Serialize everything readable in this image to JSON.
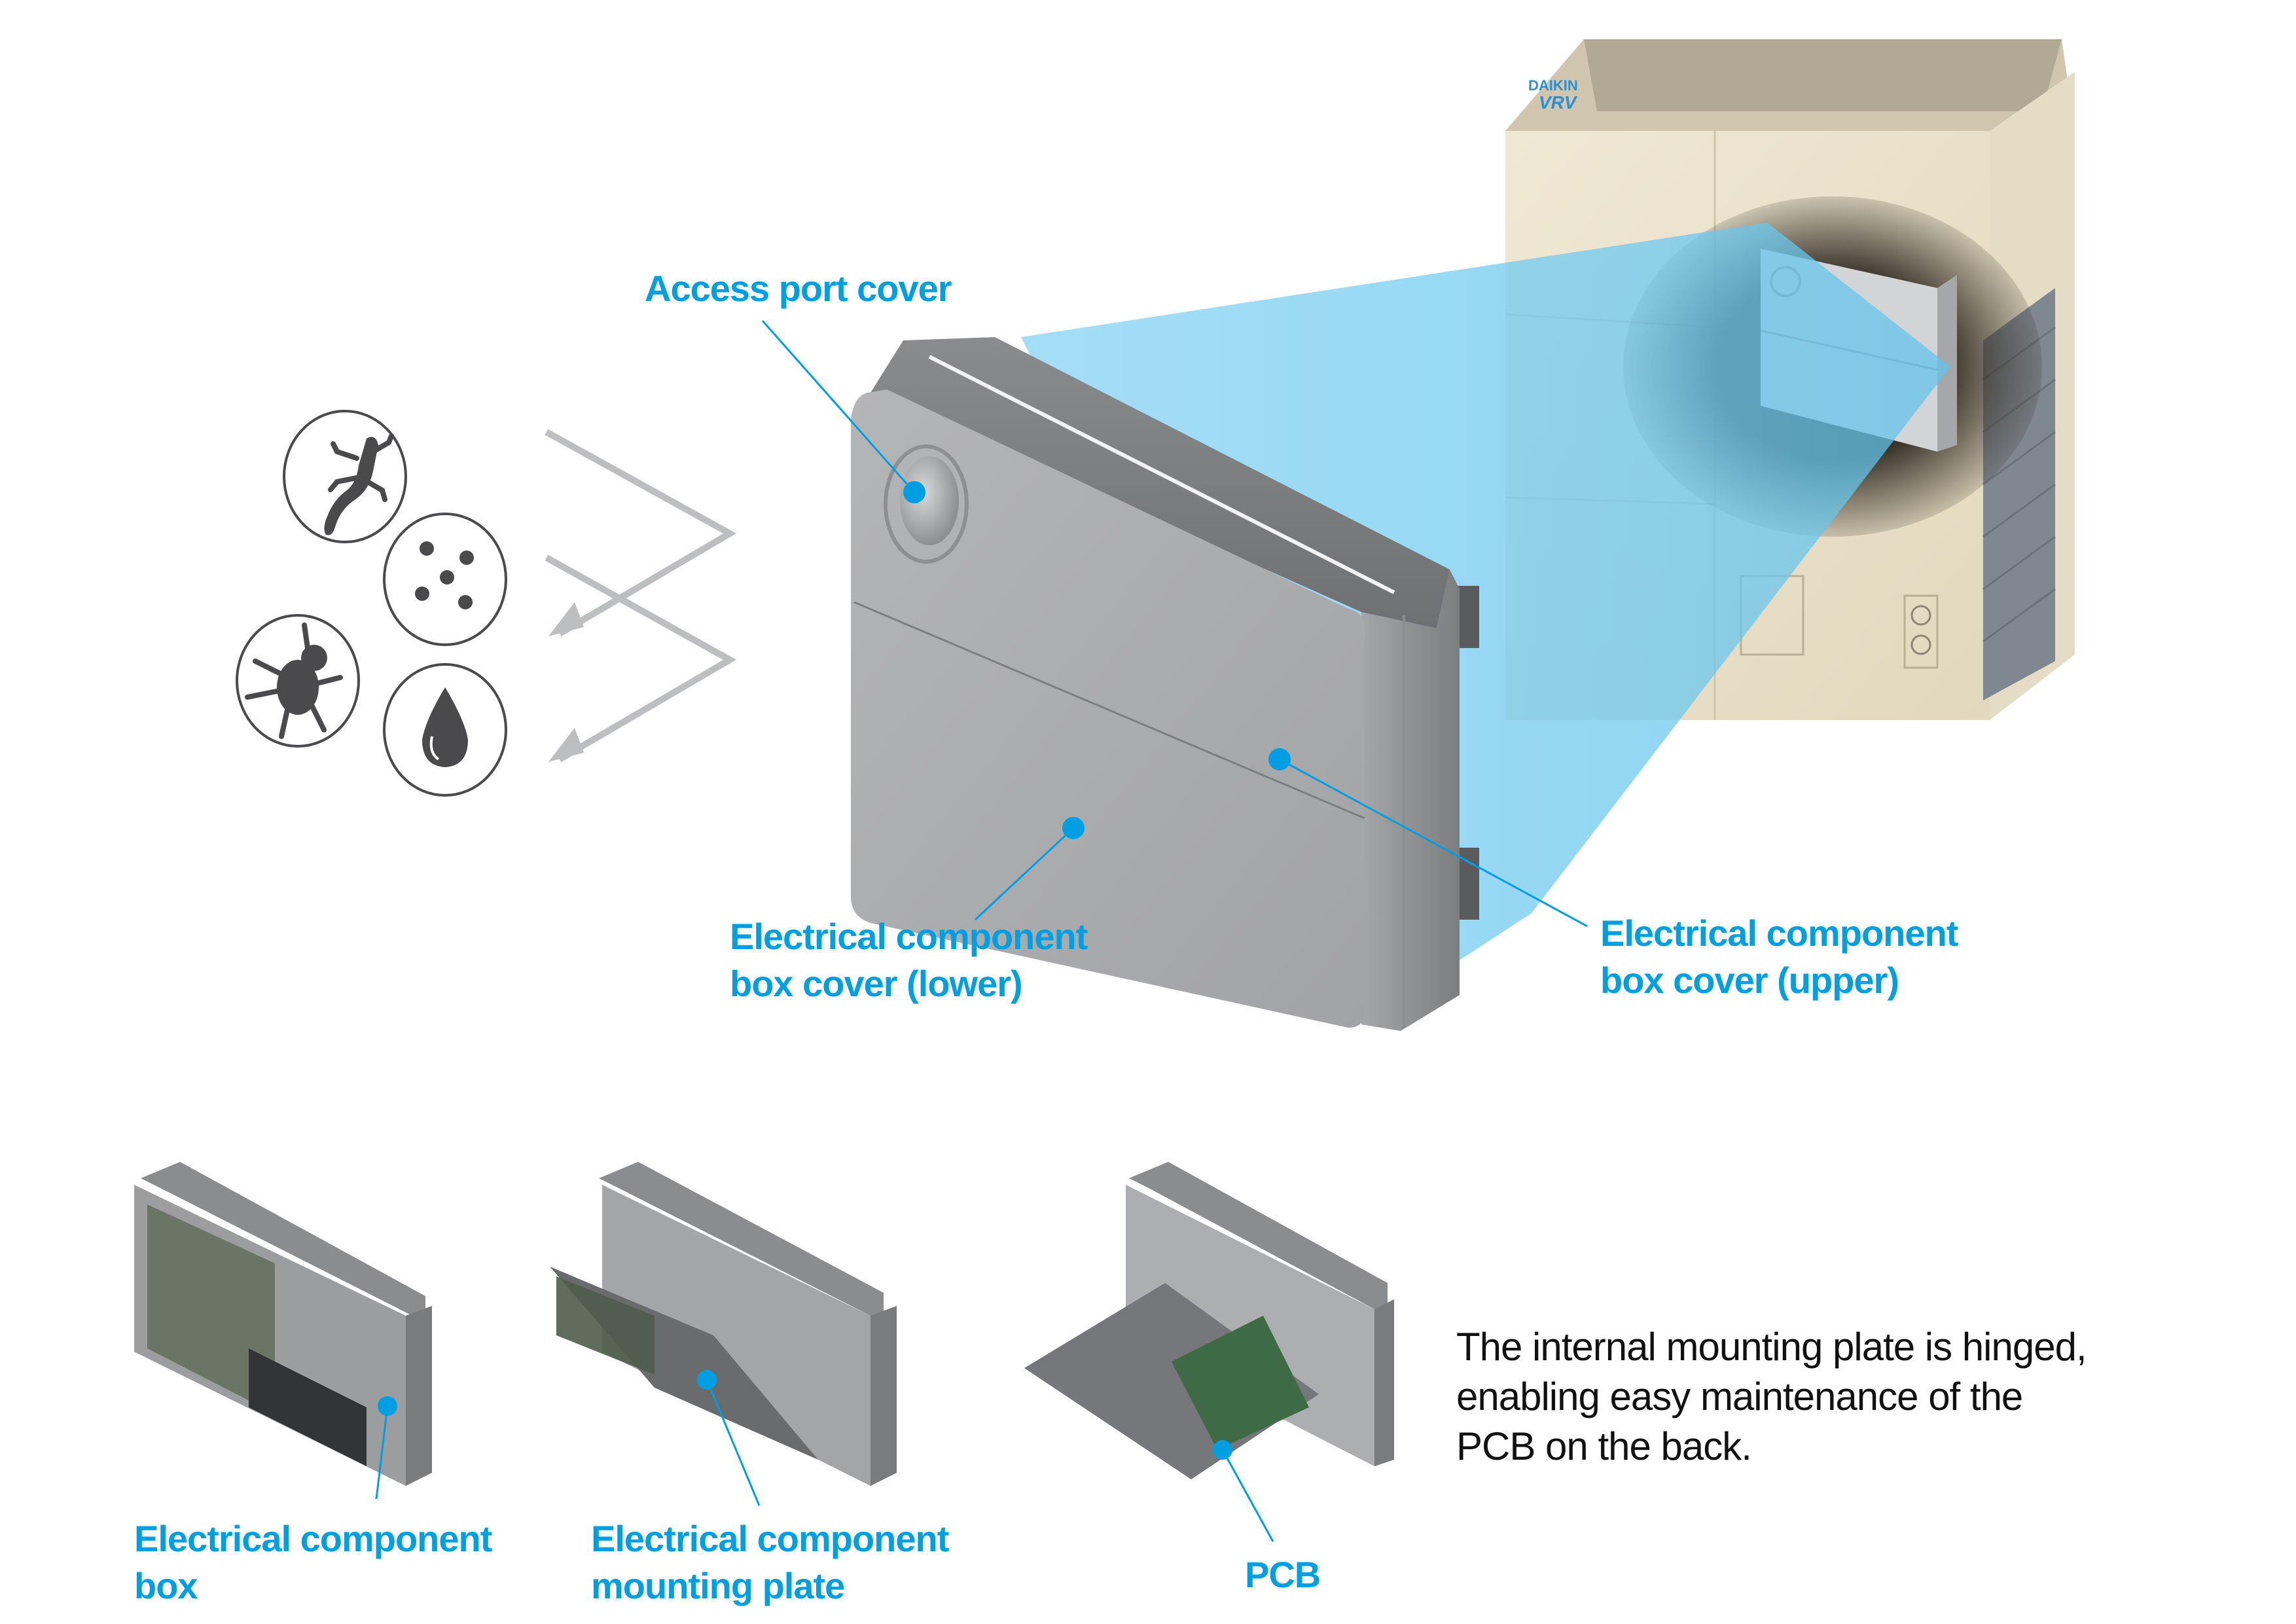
{
  "colors": {
    "callout_blue": "#009fe3",
    "beam_blue": "#8fd6f4",
    "icon_dark": "#4a4a4c",
    "arrow_gray": "#bcbec0",
    "box_gray": "#a8a9ab",
    "unit_beige": "#ece4cf"
  },
  "hazards": {
    "icons": [
      {
        "name": "lizard-icon",
        "meaning": "small animals"
      },
      {
        "name": "dust-icon",
        "meaning": "dust particles"
      },
      {
        "name": "insect-icon",
        "meaning": "insects"
      },
      {
        "name": "water-drop-icon",
        "meaning": "water"
      }
    ]
  },
  "outdoor_unit": {
    "brand": "DAIKIN",
    "model": "VRV"
  },
  "callouts": {
    "access_port_cover": "Access port cover",
    "cover_lower": [
      "Electrical component",
      "box cover (lower)"
    ],
    "cover_upper": [
      "Electrical component",
      "box cover (upper)"
    ]
  },
  "thumbnails": [
    {
      "label": [
        "Electrical component",
        "box"
      ]
    },
    {
      "label": [
        "Electrical component",
        "mounting plate"
      ]
    },
    {
      "label": [
        "PCB"
      ]
    }
  ],
  "description": [
    "The internal mounting plate is hinged,",
    "enabling easy maintenance of the",
    "PCB on the back."
  ]
}
